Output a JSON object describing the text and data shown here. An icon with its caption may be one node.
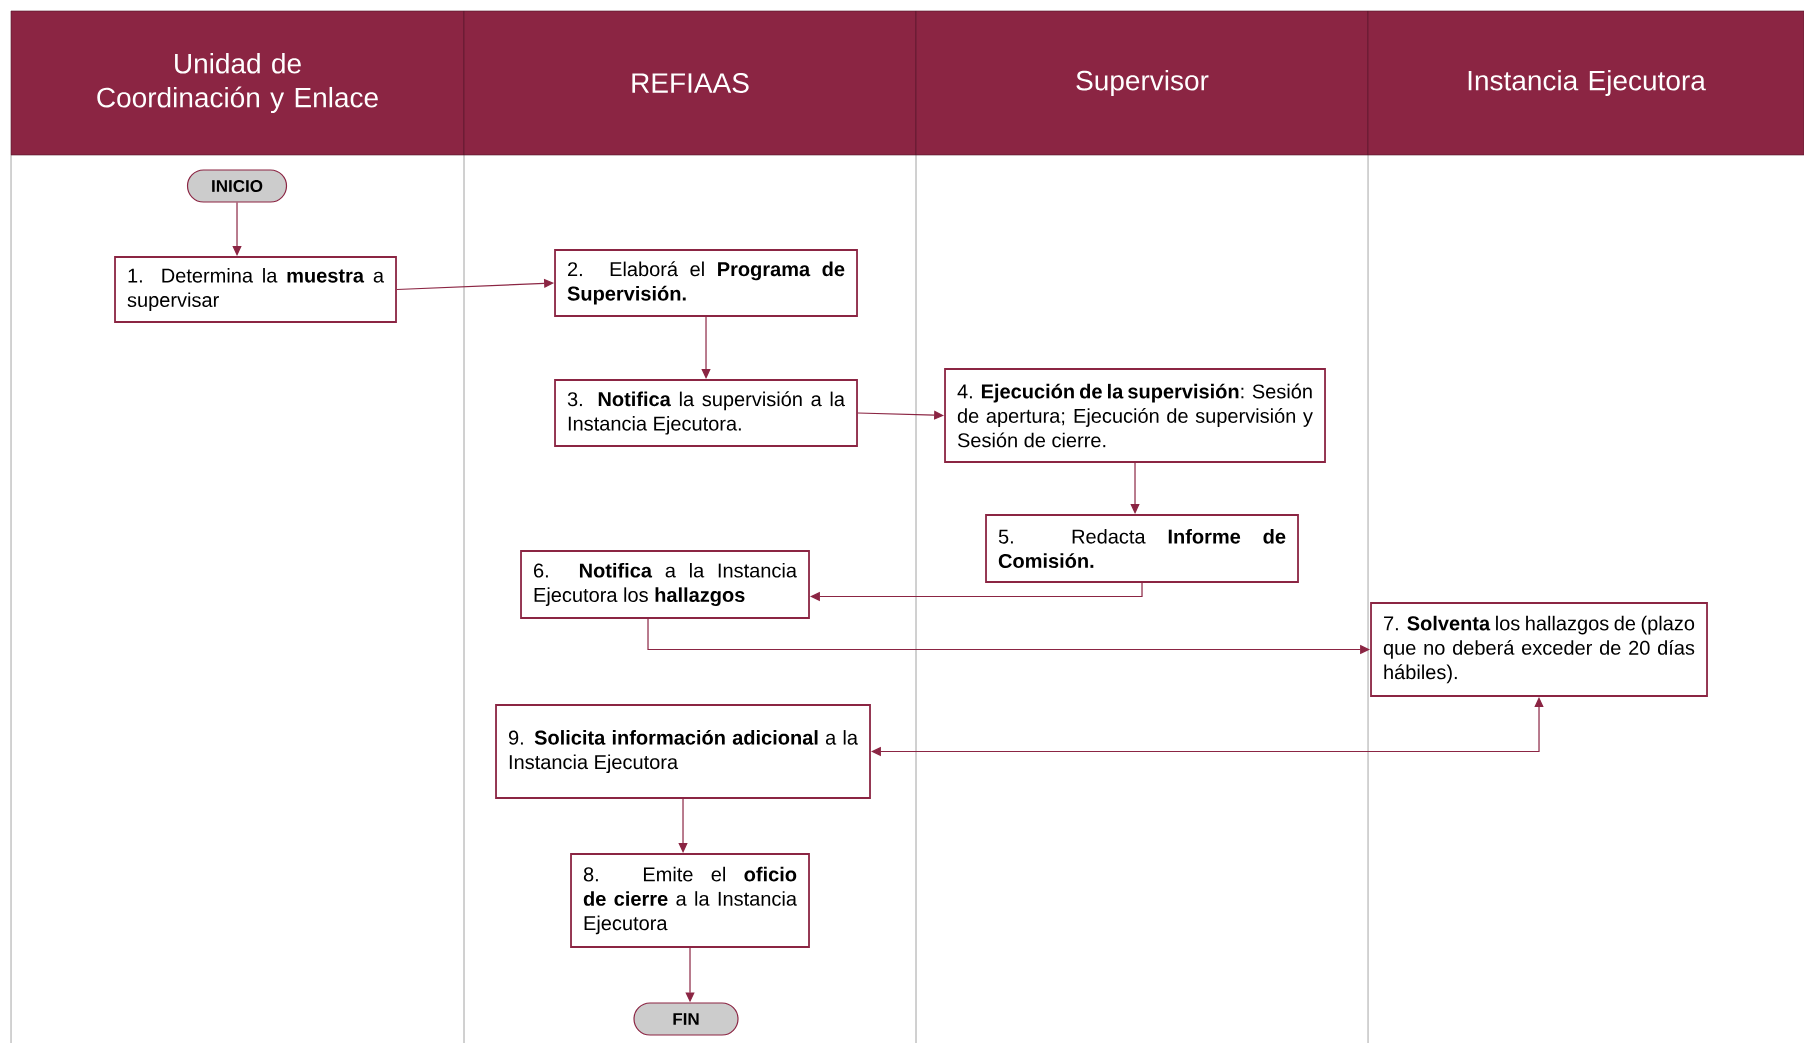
{
  "diagram": {
    "nodes": [
      {
        "text": [
          "Unidad de Coordinación y Enlace"
        ]
      },
      {
        "text": [
          "REFIAAS"
        ]
      },
      {
        "text": [
          "Supervisor"
        ]
      },
      {
        "text": [
          "Instancia Ejecutora"
        ]
      },
      {
        "text": [
          "INICIO"
        ]
      },
      {
        "text": [
          "1. Determina la **muestra** a supervisar"
        ]
      },
      {
        "text": [
          "2. Elaborá el **Programa de Supervisión.**"
        ]
      },
      {
        "text": [
          "3. **Notifica** la supervisión a la Instancia Ejecutora."
        ]
      },
      {
        "text": [
          "4. **Ejecución de la supervisión**: Sesión de apertura; Ejecución de supervisión y Sesión de cierre."
        ]
      },
      {
        "text": [
          "5. Redacta **Informe de Comisión.**"
        ]
      },
      {
        "text": [
          "6. **Notifica** a la Instancia Ejecutora los **hallazgos**"
        ]
      },
      {
        "text": [
          "7. **Solventa** los hallazgos de (plazo que no deberá exceder de 20 días hábiles)."
        ]
      },
      {
        "text": [
          "9. **Solicita información adicional** a la Instancia Ejecutora"
        ]
      },
      {
        "text": [
          "8. Emite el **oficio de cierre** a la Instancia Ejecutora"
        ]
      },
      {
        "text": [
          "FIN"
        ]
      }
    ],
    "edges": [
      {
        "from": 4,
        "to": 5,
        "arrow": "to"
      },
      {
        "from": 5,
        "to": 6,
        "arrow": "to"
      },
      {
        "from": 6,
        "to": 7,
        "arrow": "to"
      },
      {
        "from": 7,
        "to": 8,
        "arrow": "to"
      },
      {
        "from": 8,
        "to": 9,
        "arrow": "to"
      },
      {
        "from": 9,
        "to": 10,
        "arrow": "to"
      },
      {
        "from": 10,
        "to": 11,
        "arrow": "to"
      },
      {
        "from": 12,
        "to": 11,
        "arrow": "both"
      },
      {
        "from": 12,
        "to": 13,
        "arrow": "to"
      },
      {
        "from": 13,
        "to": 14,
        "arrow": "to"
      }
    ]
  }
}
